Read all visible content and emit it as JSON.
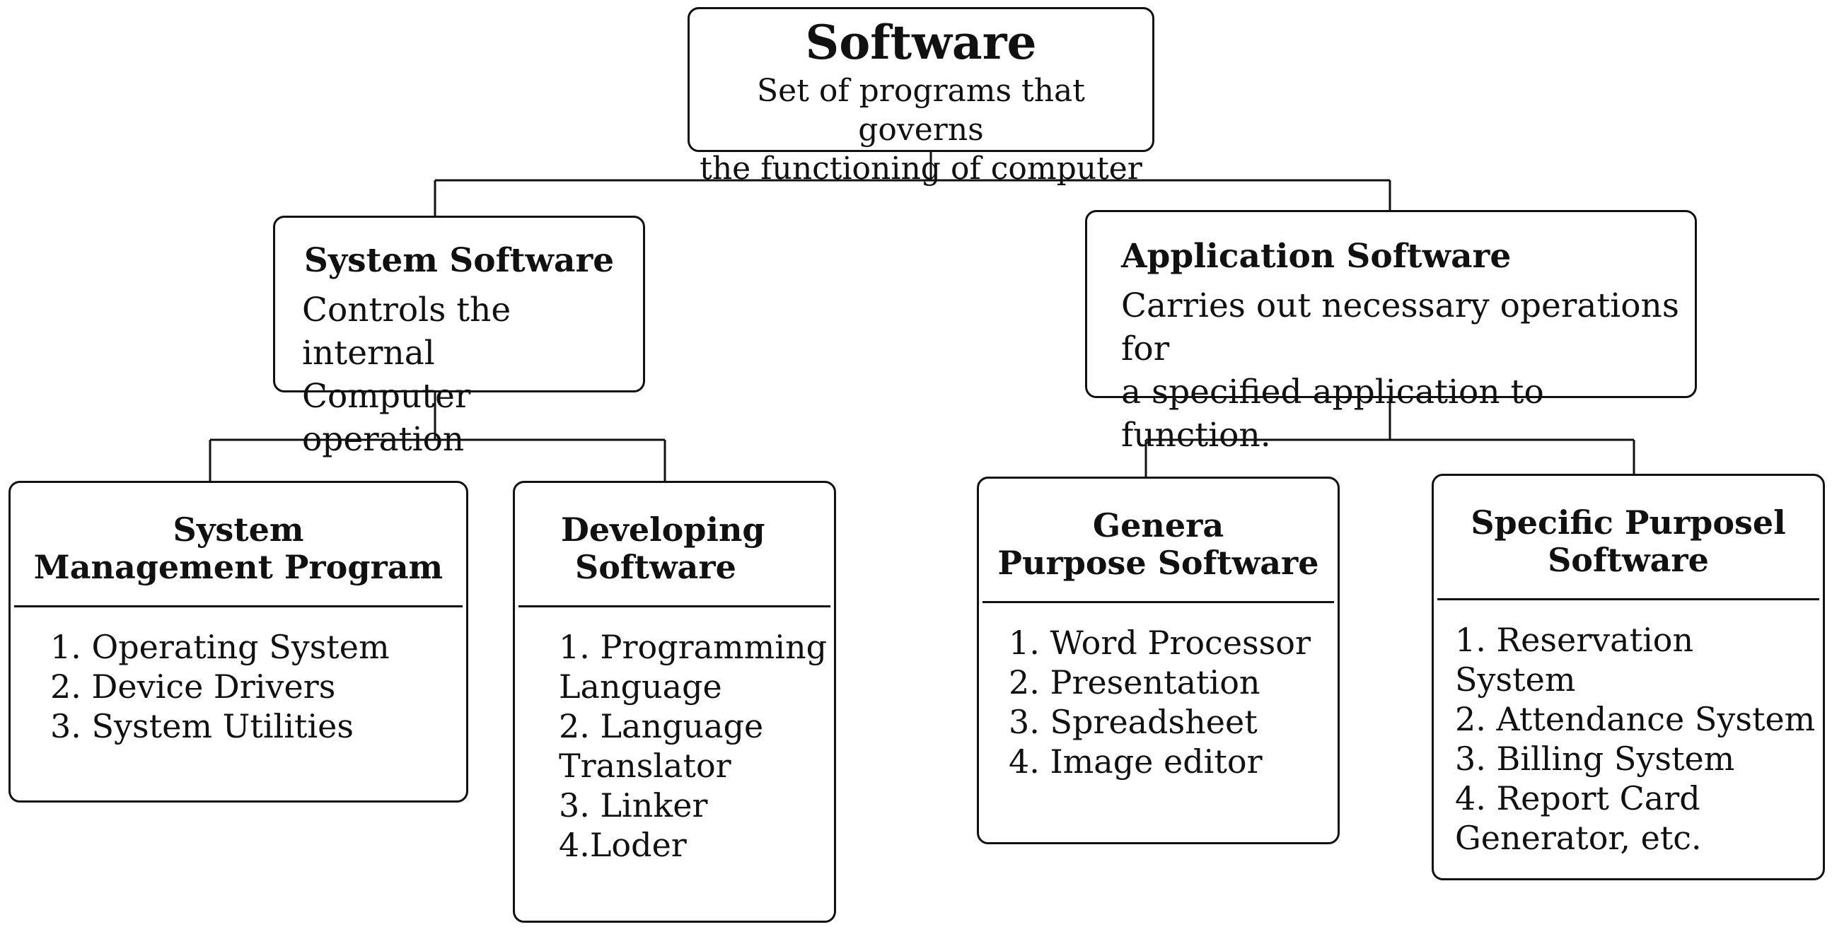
{
  "root": {
    "title": "Software",
    "description_line1": "Set of programs that governs",
    "description_line2": "the  functioning of computer"
  },
  "system_software": {
    "title": "System Software",
    "description_line1": "Controls the internal",
    "description_line2": "Computer operation"
  },
  "application_software": {
    "title": "Application Software",
    "description_line1": "Carries out necessary operations for",
    "description_line2": "a specified application to function."
  },
  "system_management_program": {
    "title_line1": "System",
    "title_line2": "Management Program",
    "items": [
      "1. Operating System",
      "2. Device Drivers",
      "3. System Utilities"
    ]
  },
  "developing_software": {
    "title_line1": "Developing",
    "title_line2": "Software",
    "items": [
      "1. Programming",
      "Language",
      "2. Language",
      "Translator",
      "3. Linker",
      "4.Loder"
    ]
  },
  "general_purpose_software": {
    "title_line1": "Genera",
    "title_line2": "Purpose Software",
    "items": [
      "1. Word Processor",
      "2. Presentation",
      "3. Spreadsheet",
      "4. Image editor"
    ]
  },
  "specific_purpose_software": {
    "title_line1": "Specific Purposel",
    "title_line2": "Software",
    "items": [
      "1. Reservation System",
      "2. Attendance System",
      "3. Billing System",
      "4. Report Card",
      "Generator, etc."
    ]
  }
}
